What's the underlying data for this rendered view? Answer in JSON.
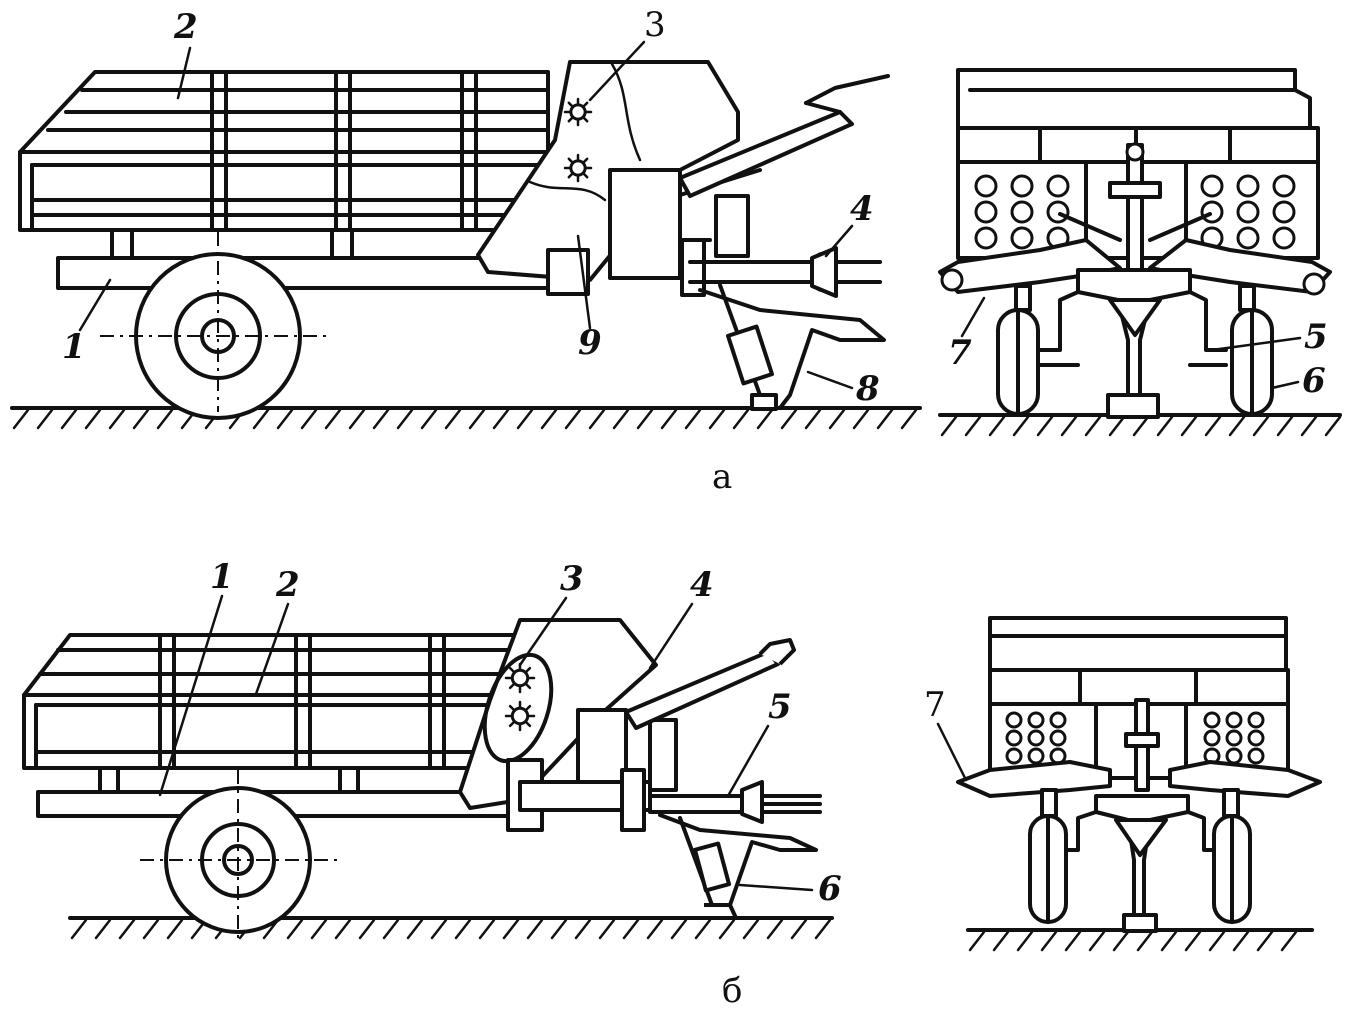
{
  "figure": {
    "captions": {
      "a": "а",
      "b": "б"
    },
    "view_a_side": {
      "labels": [
        "1",
        "2",
        "3",
        "4",
        "8",
        "9"
      ]
    },
    "view_a_front": {
      "labels": [
        "5",
        "6",
        "7"
      ]
    },
    "view_b_side": {
      "labels": [
        "1",
        "2",
        "3",
        "4",
        "5",
        "6"
      ]
    },
    "view_b_front": {
      "labels": [
        "7"
      ]
    }
  }
}
